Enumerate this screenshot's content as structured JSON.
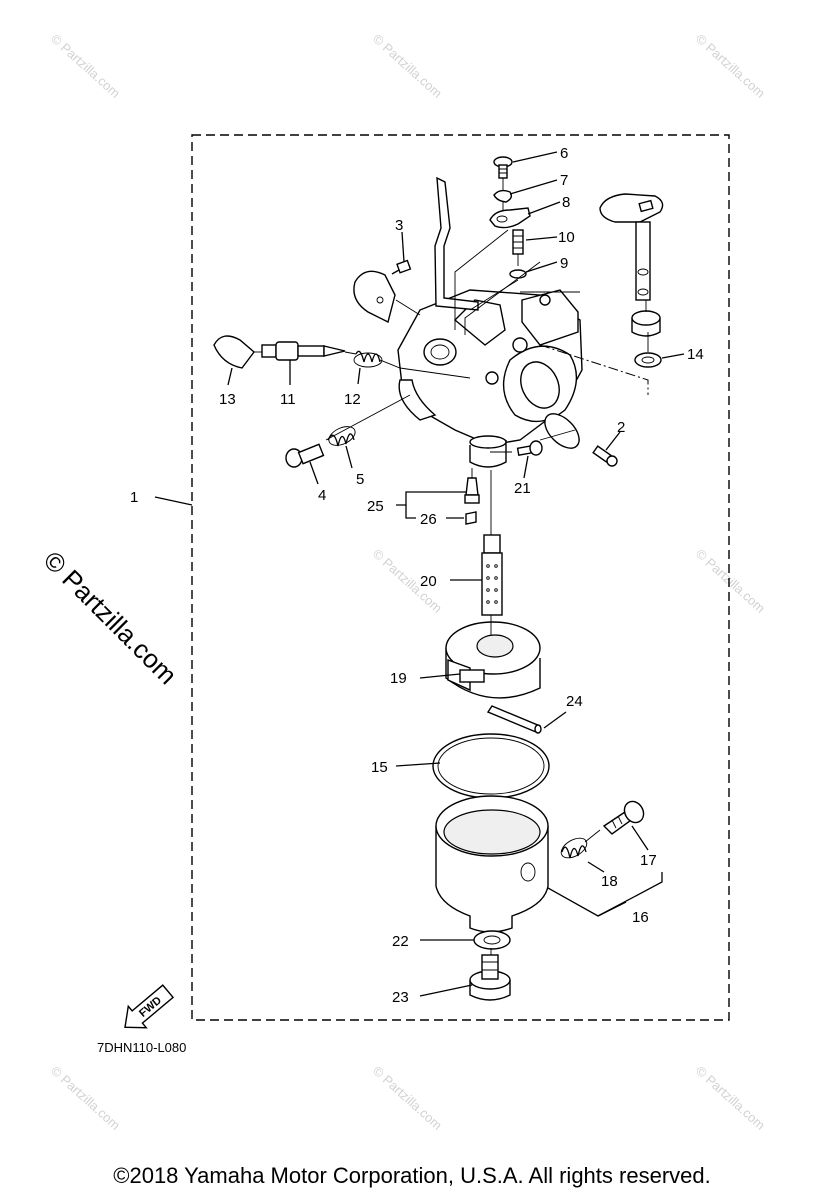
{
  "diagram": {
    "ref_code": "7DHN110-L080",
    "fwd_label": "FWD",
    "callouts": [
      "1",
      "2",
      "3",
      "4",
      "5",
      "6",
      "7",
      "8",
      "9",
      "10",
      "11",
      "12",
      "13",
      "14",
      "15",
      "16",
      "17",
      "18",
      "19",
      "20",
      "21",
      "22",
      "23",
      "24",
      "25",
      "26"
    ]
  },
  "watermark": {
    "text": "© Partzilla.com"
  },
  "footer": {
    "copyright": "©2018  Yamaha Motor Corporation, U.S.A. All rights reserved."
  }
}
